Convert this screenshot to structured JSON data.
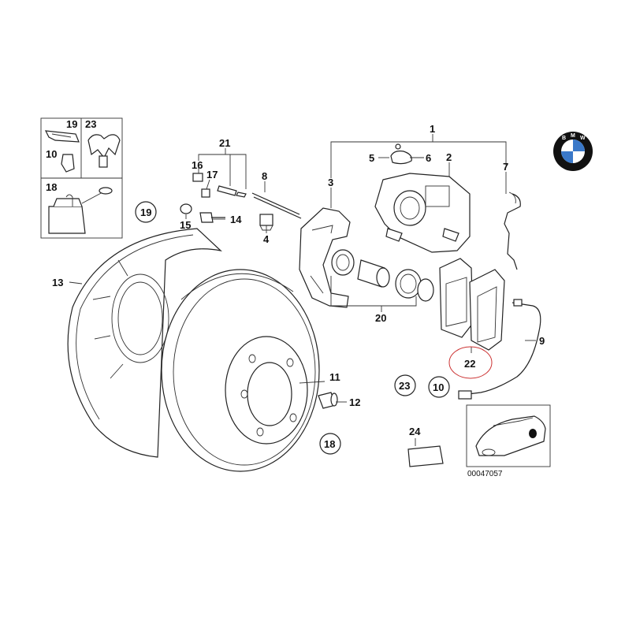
{
  "diagram": {
    "part_labels": {
      "p1": "1",
      "p2": "2",
      "p3": "3",
      "p4": "4",
      "p5": "5",
      "p6": "6",
      "p7": "7",
      "p8": "8",
      "p9": "9",
      "p10": "10",
      "p11": "11",
      "p12": "12",
      "p13": "13",
      "p14": "14",
      "p15": "15",
      "p16": "16",
      "p17": "17",
      "p18": "18",
      "p19": "19",
      "p20": "20",
      "p21": "21",
      "p22": "22",
      "p23": "23",
      "p24": "24"
    },
    "inset_labels": {
      "i19": "19",
      "i23": "23",
      "i10": "10",
      "i18": "18"
    },
    "circled_labels": {
      "c19": "19",
      "c23": "23",
      "c10": "10",
      "c18": "18"
    },
    "image_code": "00047057",
    "logo_letters": [
      "B",
      "M",
      "W"
    ],
    "highlight_color": "#cc3333",
    "logo_colors": {
      "blue": "#3a78c8",
      "black": "#111111",
      "white": "#ffffff"
    }
  }
}
